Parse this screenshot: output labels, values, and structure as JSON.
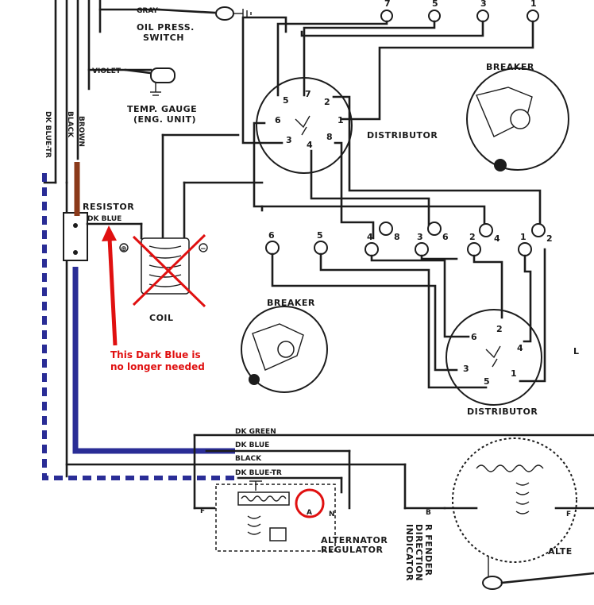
{
  "labels": {
    "gray": "GRAY",
    "oil_switch_line1": "OIL PRESS.",
    "oil_switch_line2": "SWITCH",
    "violet": "VIOLET",
    "temp_gauge_line1": "TEMP. GAUGE",
    "temp_gauge_line2": "(ENG. UNIT)",
    "dk_blue_tr_vertical": "DK BLUE-TR",
    "black_vertical": "BLACK",
    "brown_vertical": "BROWN",
    "resistor": "RESISTOR",
    "dk_blue_small": "DK BLUE",
    "coil": "COIL",
    "distributor_top": "DISTRIBUTOR",
    "breaker_top": "BREAKER",
    "breaker_mid": "BREAKER",
    "distributor_mid": "DISTRIBUTOR",
    "l_edge": "L",
    "dk_green": "DK GREEN",
    "dk_blue": "DK BLUE",
    "black": "BLACK",
    "dk_blue_tr": "DK BLUE-TR",
    "f_left": "F",
    "a_label": "A",
    "n_label": "N",
    "b_label": "B",
    "f_right": "F",
    "alt_regulator_line1": "ALTERNATOR",
    "alt_regulator_line2": "REGULATOR",
    "fender_line1": "R FENDER",
    "fender_line2": "DIRECTION",
    "fender_line3": "INDICATOR",
    "alte": "ALTE",
    "minus": "−",
    "plus": "⊕"
  },
  "annotation": {
    "line1": "This Dark Blue is",
    "line2": "no longer needed"
  },
  "terminals_top": [
    "7",
    "5",
    "3",
    "1"
  ],
  "distributor_top_numbers": [
    "5",
    "7",
    "2",
    "6",
    "1",
    "3",
    "4",
    "8"
  ],
  "terminals_mid": [
    "6",
    "5",
    "4",
    "8",
    "3",
    "6",
    "2",
    "4",
    "1",
    "2"
  ],
  "distributor_mid_numbers": [
    "2",
    "6",
    "4",
    "3",
    "1",
    "5"
  ],
  "colors": {
    "wire": "#1c1c1c",
    "brown_mod": "#8b3a1a",
    "blue_mod": "#2a2d96",
    "annotation_red": "#e01010"
  }
}
